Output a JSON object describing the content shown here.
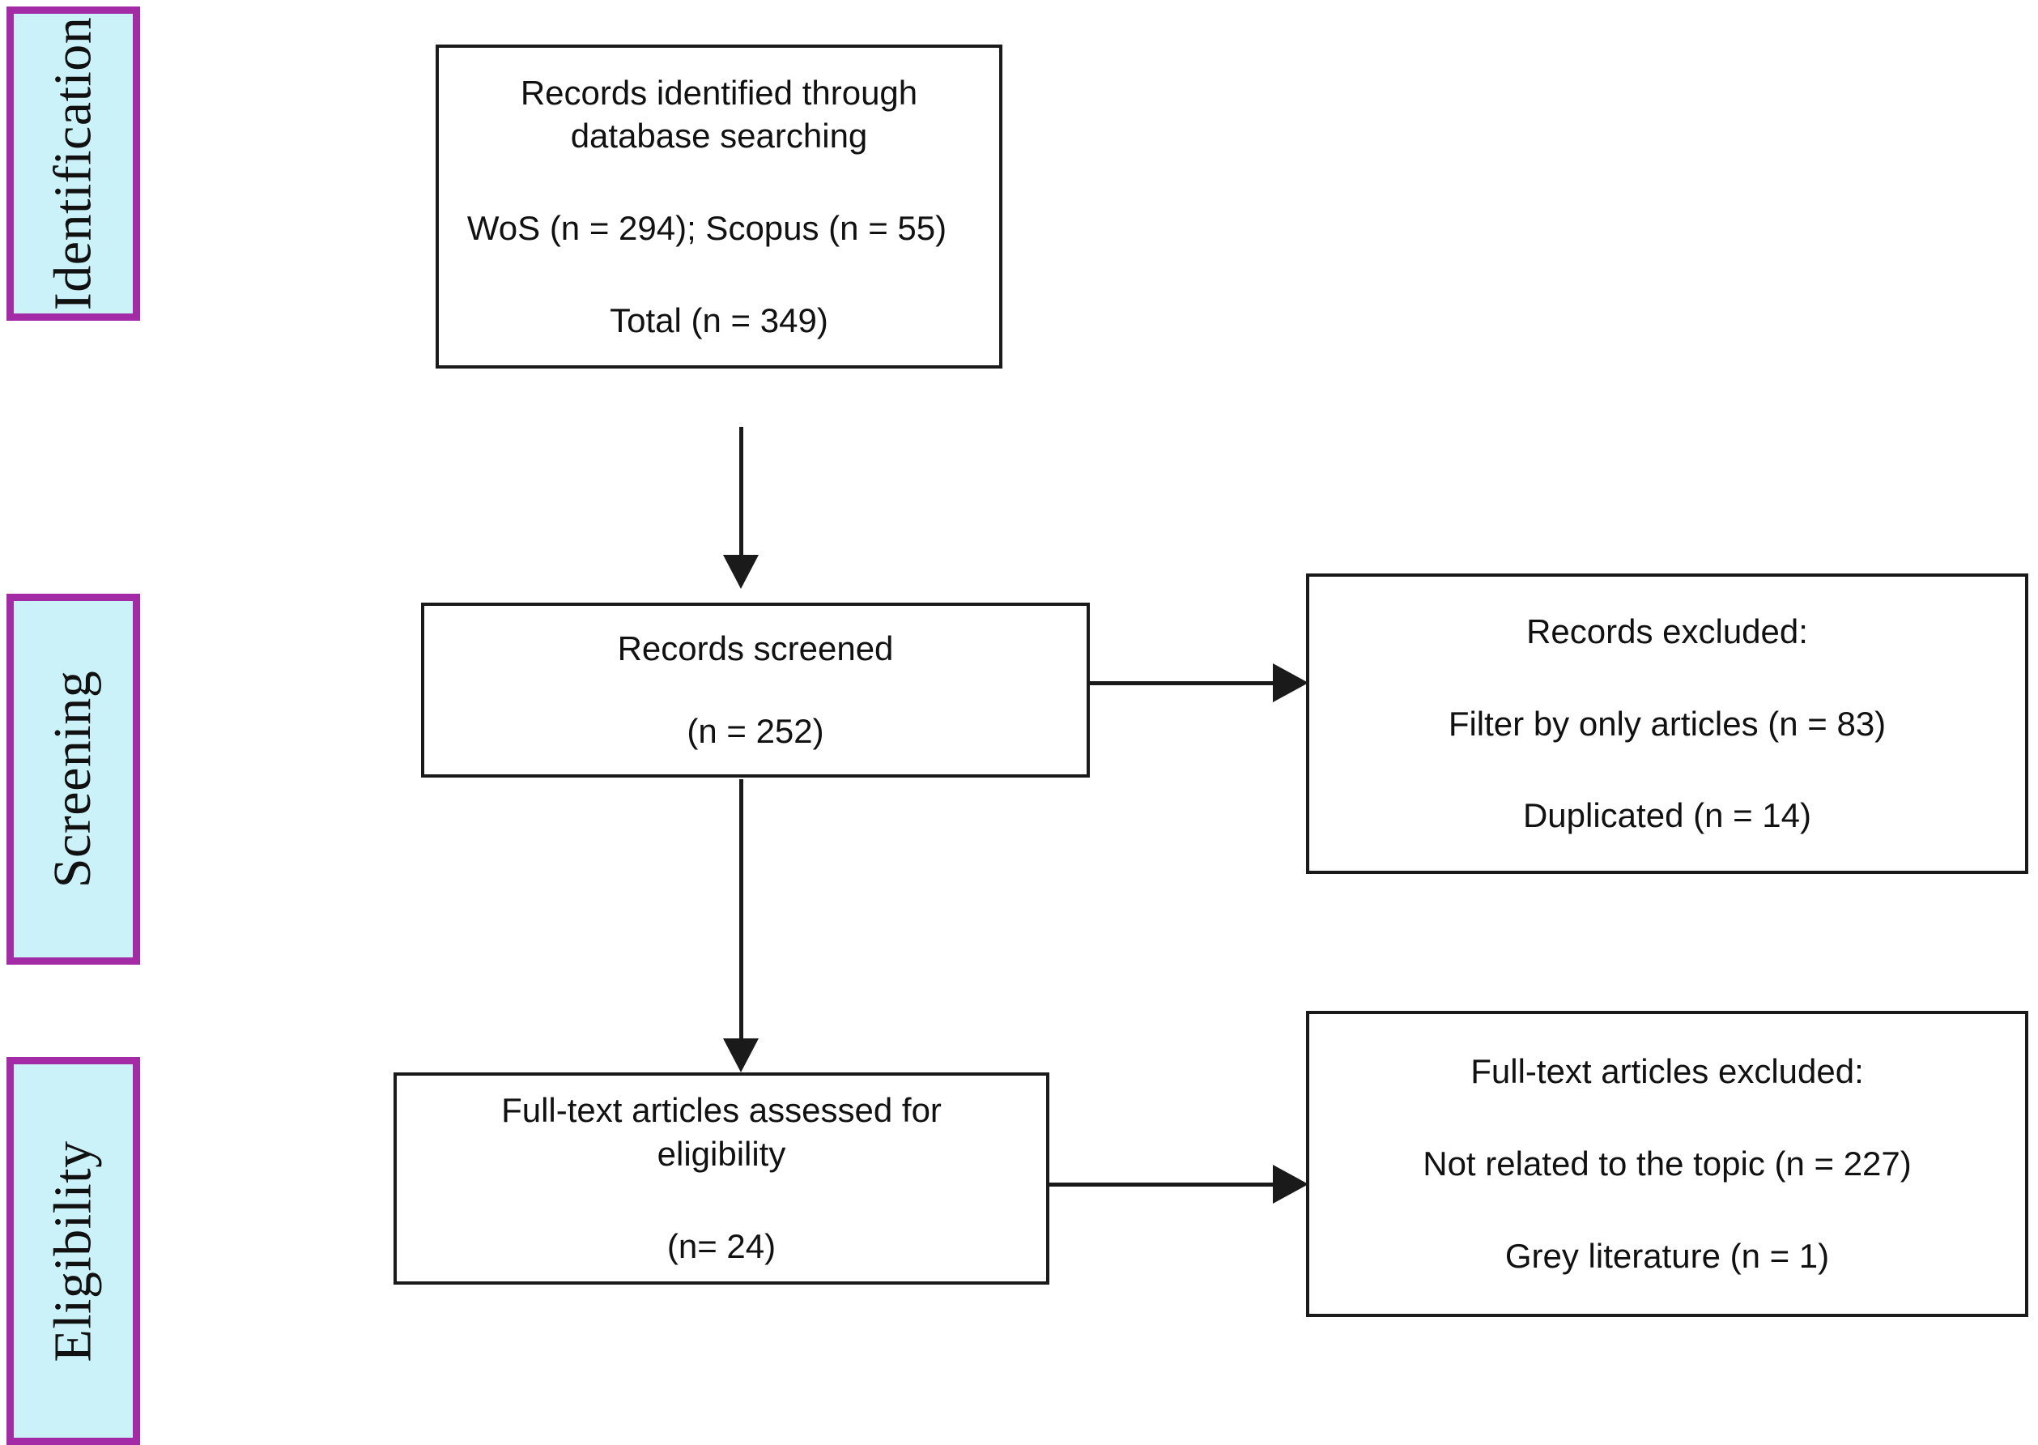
{
  "diagram": {
    "type": "prisma-flow-diagram",
    "colors": {
      "stage_fill": "#cbf2f8",
      "stage_border": "#a32ba6",
      "box_border": "#1a1a1a",
      "text": "#111111",
      "background": "#ffffff"
    }
  },
  "stages": [
    {
      "id": "identification",
      "label": "Identification"
    },
    {
      "id": "screening",
      "label": "Screening"
    },
    {
      "id": "eligibility",
      "label": "Eligibility"
    }
  ],
  "boxes": {
    "identified": {
      "line1": "Records identified through",
      "line2": "database  searching",
      "line3": "WoS (n = 294); Scopus (n = 55)",
      "line4": "Total (n = 349)"
    },
    "screened": {
      "line1": "Records screened",
      "line2": "(n = 252)"
    },
    "excluded_records": {
      "line1": "Records excluded:",
      "line2": "Filter by only articles (n = 83)",
      "line3": "Duplicated (n = 14)"
    },
    "fulltext_assessed": {
      "line1": "Full-text articles assessed for",
      "line2": "eligibility",
      "line3": "(n= 24)"
    },
    "excluded_fulltext": {
      "line1": "Full-text articles excluded:",
      "line2": "Not related to the topic (n = 227)",
      "line3": "Grey literature (n = 1)"
    }
  },
  "counts": {
    "wos": 294,
    "scopus": 55,
    "total_identified": 349,
    "screened": 252,
    "excluded_filter_articles": 83,
    "excluded_duplicated": 14,
    "fulltext_assessed": 24,
    "excluded_not_related": 227,
    "excluded_grey_literature": 1
  },
  "arrows": [
    {
      "id": "identified-to-screened",
      "direction": "down"
    },
    {
      "id": "screened-to-excluded",
      "direction": "right"
    },
    {
      "id": "screened-to-fulltext",
      "direction": "down"
    },
    {
      "id": "fulltext-to-excluded",
      "direction": "right"
    }
  ]
}
